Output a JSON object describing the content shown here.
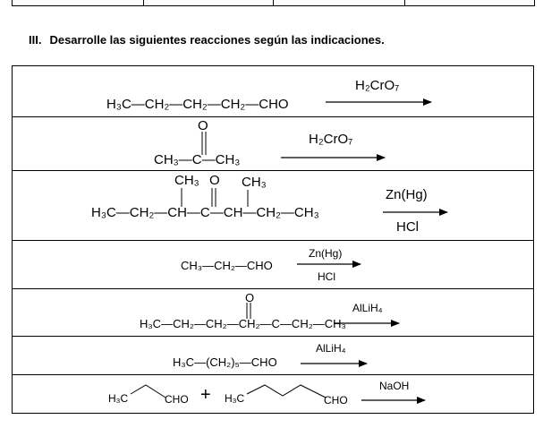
{
  "section": {
    "number": "III.",
    "instructions": "Desarrolle las siguientes reacciones según las indicaciones."
  },
  "reactions": [
    {
      "formula": "H₃C—CH₂—CH₂—CH₂—CHO",
      "reagent": "H₂CrO₇"
    },
    {
      "carbonyl_oxygen": "O",
      "formula": "CH₃—C—CH₃",
      "reagent": "H₂CrO₇"
    },
    {
      "branch_left": "CH₃",
      "branch_oxygen": "O",
      "branch_right": "CH₃",
      "formula": "H₃C—CH₂—CH—C—CH—CH₂—CH₃",
      "reagent_top": "Zn(Hg)",
      "reagent_bottom": "HCl"
    },
    {
      "formula": "CH₃—CH₂—CHO",
      "reagent_top": "Zn(Hg)",
      "reagent_bottom": "HCl"
    },
    {
      "carbonyl_oxygen": "O",
      "formula": "H₃C—CH₂—CH₂—CH₂—C—CH₂—CH₃",
      "reagent": "AlLiH₄"
    },
    {
      "formula": "H₃C—(CH₂)₅—CHO",
      "reagent": "AlLiH₄"
    },
    {
      "reactant1_methyl": "H₃C",
      "reactant1_aldehyde": "CHO",
      "plus": "+",
      "reactant2_methyl": "H₃C",
      "reactant2_aldehyde": "CHO",
      "reagent": "NaOH"
    }
  ]
}
